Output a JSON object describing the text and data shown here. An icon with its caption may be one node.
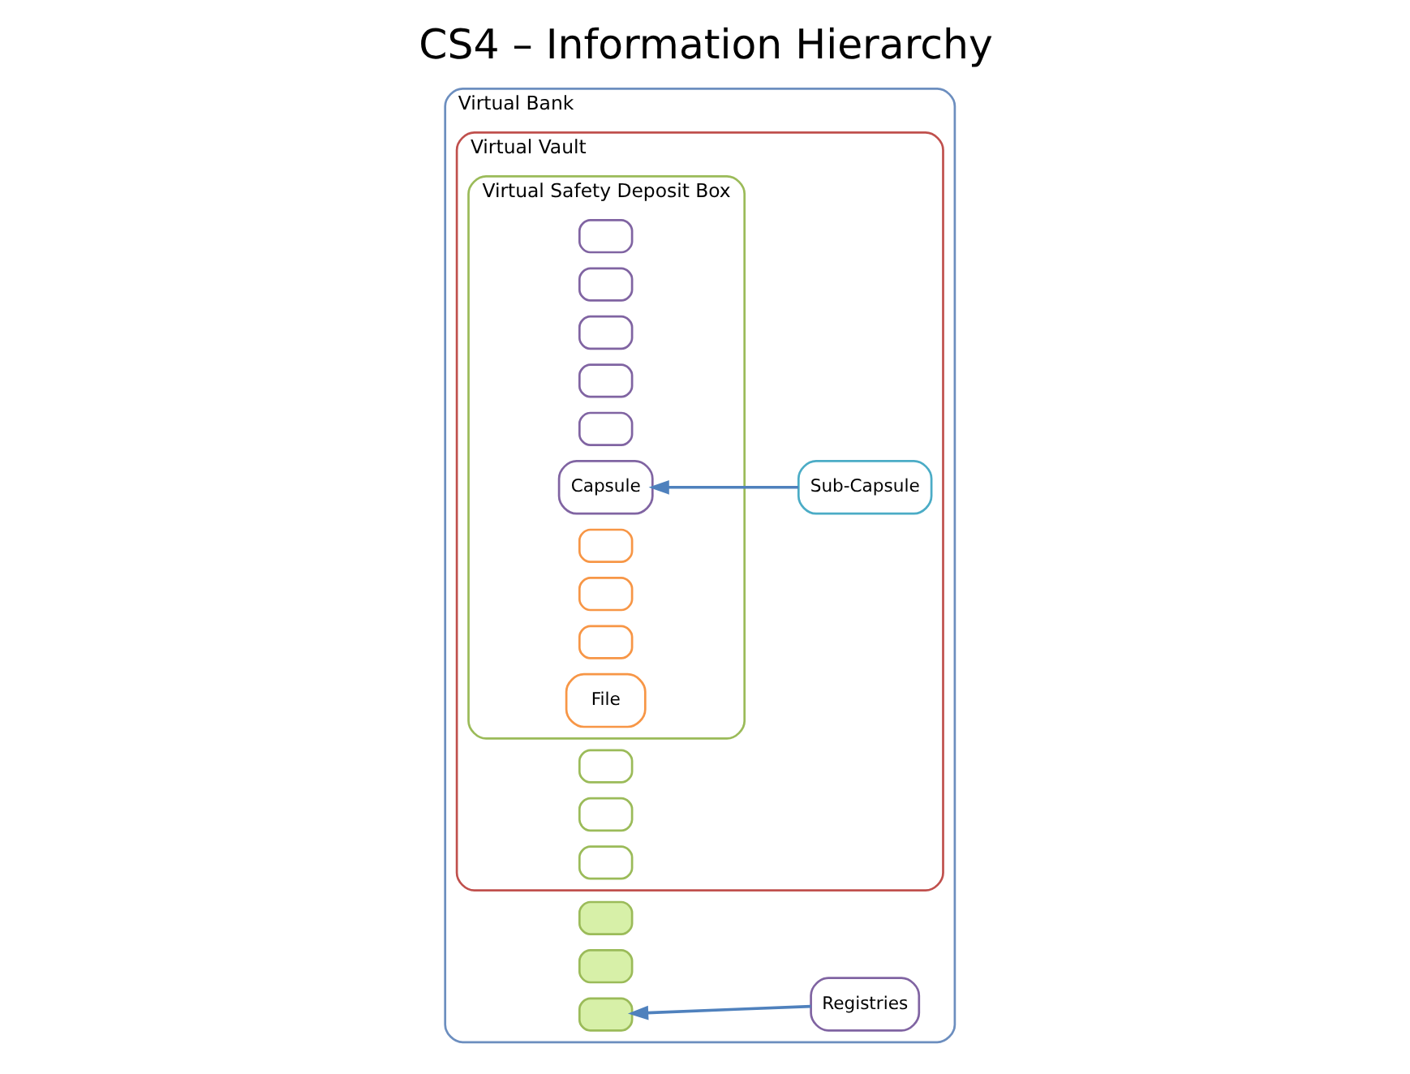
{
  "diagram": {
    "title": "CS4 – Information Hierarchy",
    "nodes": [
      {
        "text": [
          "Virtual Bank"
        ]
      },
      {
        "text": [
          "Virtual Vault"
        ],
        "in": 0
      },
      {
        "text": [
          "Virtual Safety Deposit Box"
        ],
        "in": 1
      },
      {
        "text": [],
        "shape": "box",
        "in": 2
      },
      {
        "text": [],
        "shape": "box",
        "in": 2
      },
      {
        "text": [],
        "shape": "box",
        "in": 2
      },
      {
        "text": [],
        "shape": "box",
        "in": 2
      },
      {
        "text": [],
        "shape": "box",
        "in": 2
      },
      {
        "text": [
          "Capsule"
        ],
        "in": 2
      },
      {
        "text": [],
        "shape": "box",
        "in": 2
      },
      {
        "text": [],
        "shape": "box",
        "in": 2
      },
      {
        "text": [],
        "shape": "box",
        "in": 2
      },
      {
        "text": [
          "File"
        ],
        "in": 2
      },
      {
        "text": [],
        "shape": "box",
        "in": 1
      },
      {
        "text": [],
        "shape": "box",
        "in": 1
      },
      {
        "text": [],
        "shape": "box",
        "in": 1
      },
      {
        "text": [
          "Sub-Capsule"
        ],
        "in": 1
      },
      {
        "text": [],
        "shape": "box",
        "in": 0
      },
      {
        "text": [],
        "shape": "box",
        "in": 0
      },
      {
        "text": [],
        "shape": "box",
        "in": 0
      },
      {
        "text": [
          "Registries"
        ],
        "in": 0
      }
    ],
    "edges": [
      {
        "from": 16,
        "to": 8,
        "arrow": "to"
      },
      {
        "from": 20,
        "to": 19,
        "arrow": "to"
      }
    ]
  }
}
